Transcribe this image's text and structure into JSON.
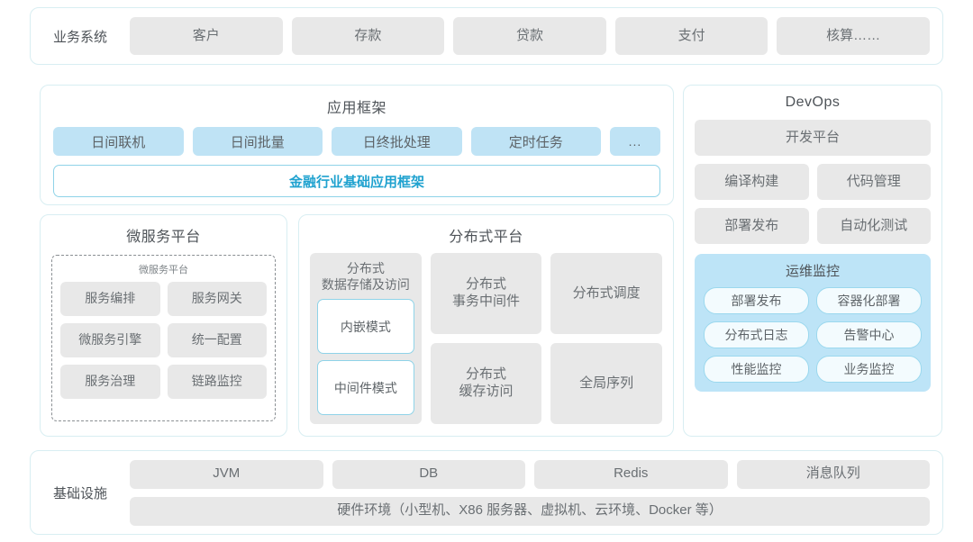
{
  "colors": {
    "panel_border": "#d8eef2",
    "chip_grey": "#e8e8e8",
    "chip_blue": "#bfe3f5",
    "accent_cyan": "#1fa2cf",
    "ops_panel_blue": "#bde4f7",
    "text_primary": "#4e5358",
    "text_secondary": "#6a6f73"
  },
  "business_row": {
    "lead_label": "业务系统",
    "items": [
      "客户",
      "存款",
      "贷款",
      "支付",
      "核算……"
    ]
  },
  "app_framework": {
    "title": "应用框架",
    "tags": [
      "日间联机",
      "日间批量",
      "日终批处理",
      "定时任务",
      "..."
    ],
    "band_label": "金融行业基础应用框架"
  },
  "microservice_platform": {
    "title": "微服务平台",
    "inner_title": "微服务平台",
    "items": [
      "服务编排",
      "服务网关",
      "微服务引擎",
      "统一配置",
      "服务治理",
      "链路监控"
    ]
  },
  "distributed_platform": {
    "title": "分布式平台",
    "storage": {
      "title": "分布式\n数据存储及访问",
      "title_line1": "分布式",
      "title_line2": "数据存储及访问",
      "modes": [
        "内嵌模式",
        "中间件模式"
      ]
    },
    "cells": [
      {
        "line1": "分布式",
        "line2": "事务中间件"
      },
      {
        "line1": "分布式调度",
        "line2": ""
      },
      {
        "line1": "分布式",
        "line2": "缓存访问"
      },
      {
        "line1": "全局序列",
        "line2": ""
      }
    ]
  },
  "devops": {
    "title": "DevOps",
    "platform_label": "开发平台",
    "items": [
      "编译构建",
      "代码管理",
      "部署发布",
      "自动化测试"
    ],
    "ops_monitoring": {
      "title": "运维监控",
      "items": [
        "部署发布",
        "容器化部署",
        "分布式日志",
        "告警中心",
        "性能监控",
        "业务监控"
      ]
    }
  },
  "infrastructure": {
    "lead_label": "基础设施",
    "items": [
      "JVM",
      "DB",
      "Redis",
      "消息队列"
    ],
    "hardware_label": "硬件环境（小型机、X86 服务器、虚拟机、云环境、Docker 等）"
  }
}
